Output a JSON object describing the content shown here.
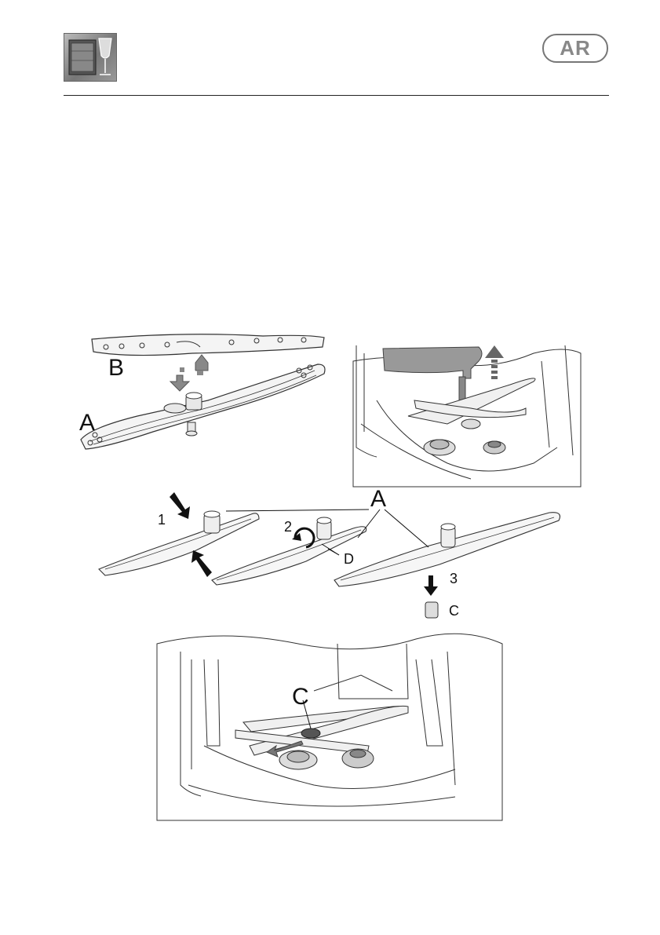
{
  "header": {
    "logo_icon": "dishwasher-glass-icon",
    "language_badge": "AR"
  },
  "figures": {
    "fig1": {
      "label_b": "B",
      "label_a": "A"
    },
    "fig3": {
      "label_a": "A",
      "step1": "1",
      "step2": "2",
      "step3": "3",
      "label_d": "D",
      "label_c": "C"
    },
    "fig4": {
      "label_c": "C"
    }
  },
  "colors": {
    "line": "#333333",
    "arrow_grey": "#777777",
    "arrow_dark": "#111111",
    "spray_fill": "#f4f4f4"
  }
}
